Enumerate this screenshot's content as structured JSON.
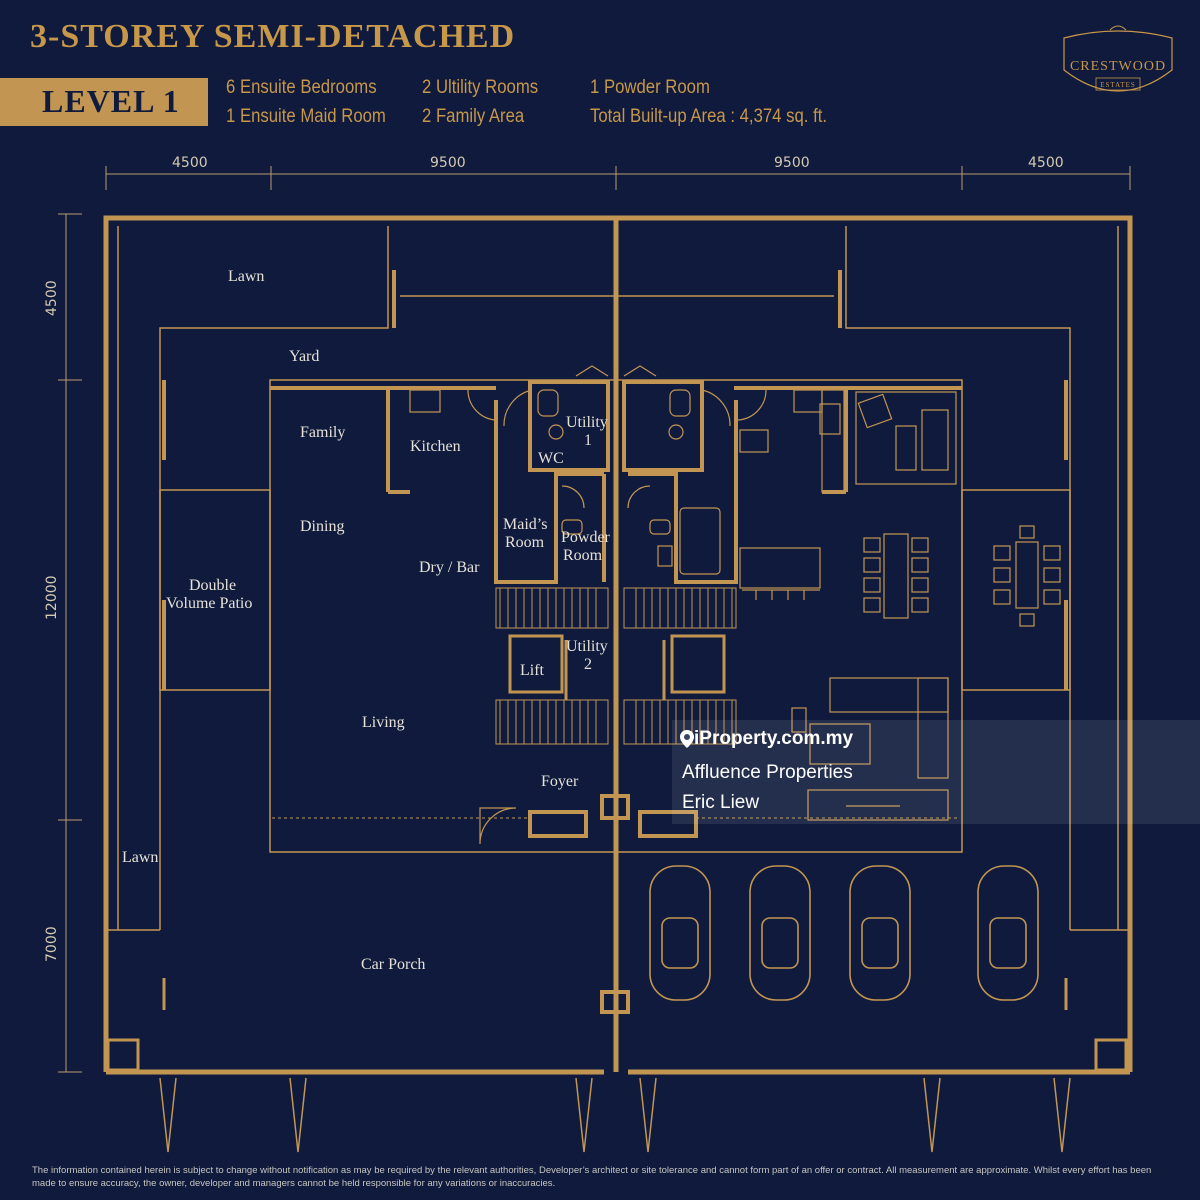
{
  "header": {
    "title": "3-STOREY SEMI-DETACHED",
    "level": "LEVEL 1",
    "specs": {
      "bedrooms": "6 Ensuite Bedrooms",
      "maid_room": "1 Ensuite Maid Room",
      "utility_rooms": "2 Ultility Rooms",
      "family_area": "2 Family Area",
      "powder_room": "1 Powder Room",
      "built_up": "Total Built-up Area : 4,374 sq. ft."
    }
  },
  "logo": {
    "brand": "CRESTWOOD",
    "sub": "ESTATES"
  },
  "dimensions": {
    "top": [
      "4500",
      "9500",
      "9500",
      "4500"
    ],
    "left": [
      "4500",
      "12000",
      "7000"
    ]
  },
  "rooms": {
    "lawn_top": "Lawn",
    "yard": "Yard",
    "family": "Family",
    "kitchen": "Kitchen",
    "utility1_a": "Utility",
    "utility1_b": "1",
    "wc": "WC",
    "dining": "Dining",
    "maids_a": "Maid’s",
    "maids_b": "Room",
    "powder_a": "Powder",
    "powder_b": "Room",
    "dry_bar": "Dry / Bar",
    "patio_a": "Double",
    "patio_b": "Volume Patio",
    "utility2_a": "Utility",
    "utility2_b": "2",
    "lift": "Lift",
    "living": "Living",
    "foyer": "Foyer",
    "lawn_side": "Lawn",
    "car_porch": "Car Porch"
  },
  "watermark": {
    "brand": "iProperty.com.my",
    "agency": "Affluence Properties",
    "agent": "Eric Liew"
  },
  "disclaimer": "The information contained herein is subject to change without notification as may be required by the relevant authorities, Developer’s architect or site tolerance and cannot form part of an offer or contract. All measurement are approximate. Whilst every effort has been made to ensure accuracy, the owner, developer and managers cannot be held responsible for any variations or inaccuracies.",
  "colors": {
    "background": "#0f1a3c",
    "gold": "#c7974a",
    "wall": "#c29553",
    "text": "#e6e2d8"
  }
}
